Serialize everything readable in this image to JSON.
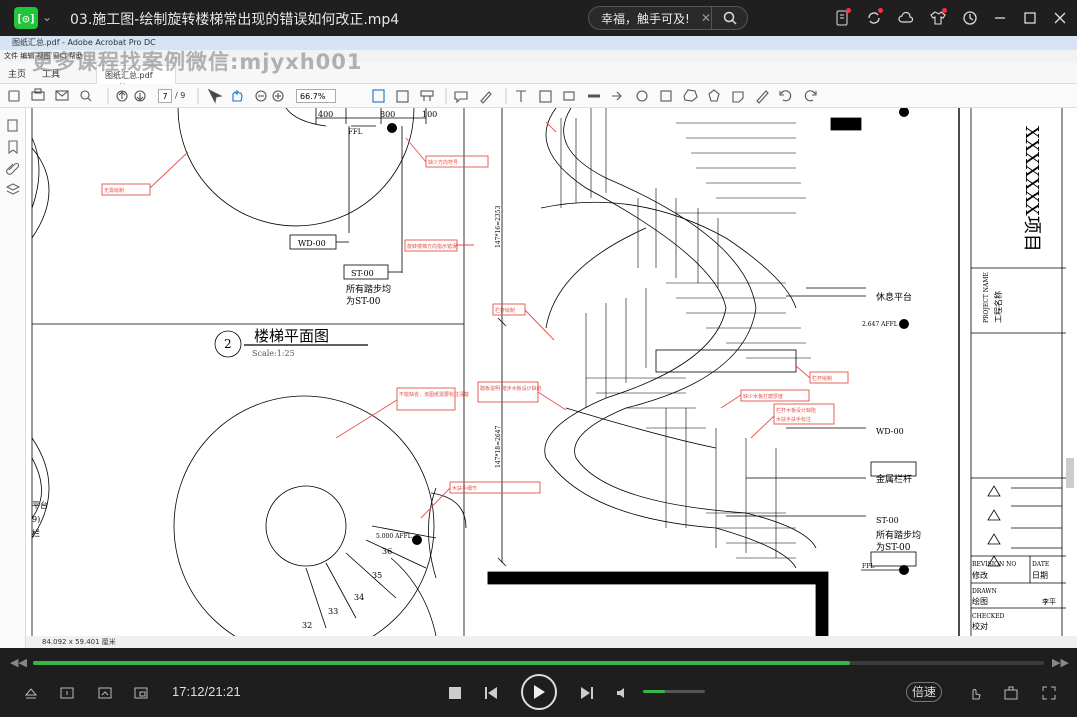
{
  "player": {
    "title": "03.施工图-绘制旋转楼梯常出现的错误如何改正.mp4",
    "logo_text": "[◎]",
    "search_text": "幸福，触手可及!",
    "time": "17:12/21:21",
    "progress_fraction": 0.808,
    "volume_fraction": 0.35,
    "speed_label": "倍速",
    "icons": [
      "phone-icon",
      "refresh-icon",
      "cloud-icon",
      "shirt-icon",
      "history-icon",
      "minimize-icon",
      "maximize-icon",
      "close-icon"
    ]
  },
  "acrobat": {
    "window_title": "图纸汇总.pdf - Adobe Acrobat Pro DC",
    "menu": "文件  编辑  视图  窗口  帮助",
    "tabs": {
      "home": "主页",
      "tools": "工具",
      "doc": "图纸汇总.pdf"
    },
    "watermark": "更多课程找案例微信:mjyxh001",
    "page_current": "7",
    "page_total": "/ 9",
    "zoom": "66.7%",
    "status_size": "84.092 x 59.401 厘米"
  },
  "drawing": {
    "dims": [
      "400",
      "800",
      "100"
    ],
    "ffl": "FFL",
    "wd_tag": "WD-00",
    "st_tag": "ST-00",
    "step_note_1": "所有踏步均",
    "step_note_2": "为ST-00",
    "plan_num": "2",
    "plan_title": "楼梯平面图",
    "plan_scale": "Scale:1:25",
    "level_5000": "5.000 AFFL",
    "level_2647": "2.647 AFFL",
    "steps": [
      "36",
      "35",
      "34",
      "33",
      "32"
    ],
    "dim_v1": "147*16=2353",
    "dim_v2": "147*18=2647",
    "rest_platform": "休息平台",
    "metal_rail": "金属栏杆",
    "annotations": [
      "无需绘制",
      "缺少方向符号",
      "旋转楼梯方向指示错误",
      "栏杆绘制",
      "踏板说明 踏步木板设计缺陷",
      "缺少木板打磨厚度",
      "栏杆绘制",
      "木扶手细节",
      "栏杆木板设计缺陷",
      "木扶手扶手标注",
      "不能缺省，该图纸需要标注清楚"
    ],
    "left_frag": [
      "平台",
      "9)",
      "栏"
    ],
    "titleblock": {
      "project_en": "PROJECT NAME",
      "project_cn": "工程名称",
      "project_title": "XXXXXXX项目",
      "revision_en": "REVISION NO",
      "revision_cn": "修改",
      "date_en": "DATE",
      "date_cn": "日期",
      "drawn_en": "DRAWN",
      "drawn_cn": "绘图",
      "drawn_name": "李平",
      "checked_en": "CHECKED",
      "checked_cn": "校对"
    }
  },
  "colors": {
    "accent": "#39b54a",
    "markup": "#e4534a"
  }
}
